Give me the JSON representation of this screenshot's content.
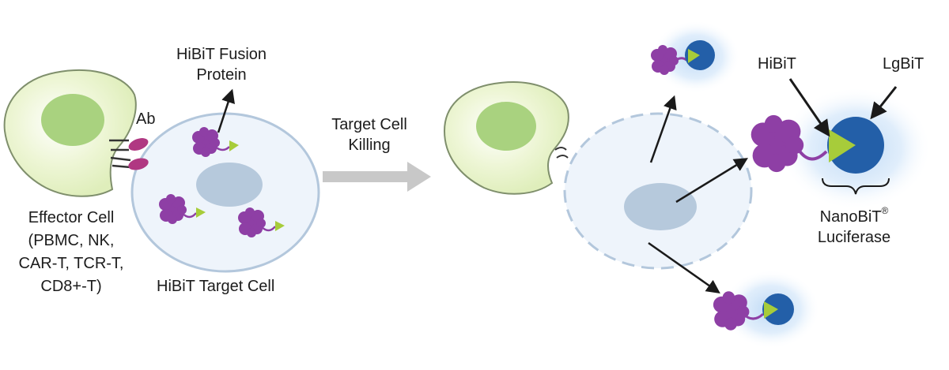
{
  "labels": {
    "hibit_fusion_protein": [
      "HiBiT Fusion",
      "Protein"
    ],
    "ab": "Ab",
    "effector_cell": [
      "Effector Cell",
      "(PBMC, NK,",
      "CAR-T, TCR-T,",
      "CD8+-T)"
    ],
    "hibit_target_cell": "HiBiT Target Cell",
    "target_cell_killing": [
      "Target Cell",
      "Killing"
    ],
    "hibit": "HiBiT",
    "lgbit": "LgBiT",
    "nanobit": "NanoBiT",
    "registered_mark": "®",
    "luciferase": "Luciferase"
  },
  "colors": {
    "effector_cell_fill": "#e6f1c6",
    "effector_cell_outline": "#7f8f6c",
    "effector_nucleus": "#a9d27f",
    "target_cell_fill": "#eef4fb",
    "target_cell_outline": "#b3c7dc",
    "target_nucleus": "#b6c9dc",
    "antibody": "#b03882",
    "protein": "#8e3fa5",
    "hibit_tag": "#a7cc3a",
    "lgbit": "#235fa8",
    "glow": "#bfdaf6",
    "process_arrow": "#c8c8c8",
    "arrow": "#1a1a1a"
  }
}
